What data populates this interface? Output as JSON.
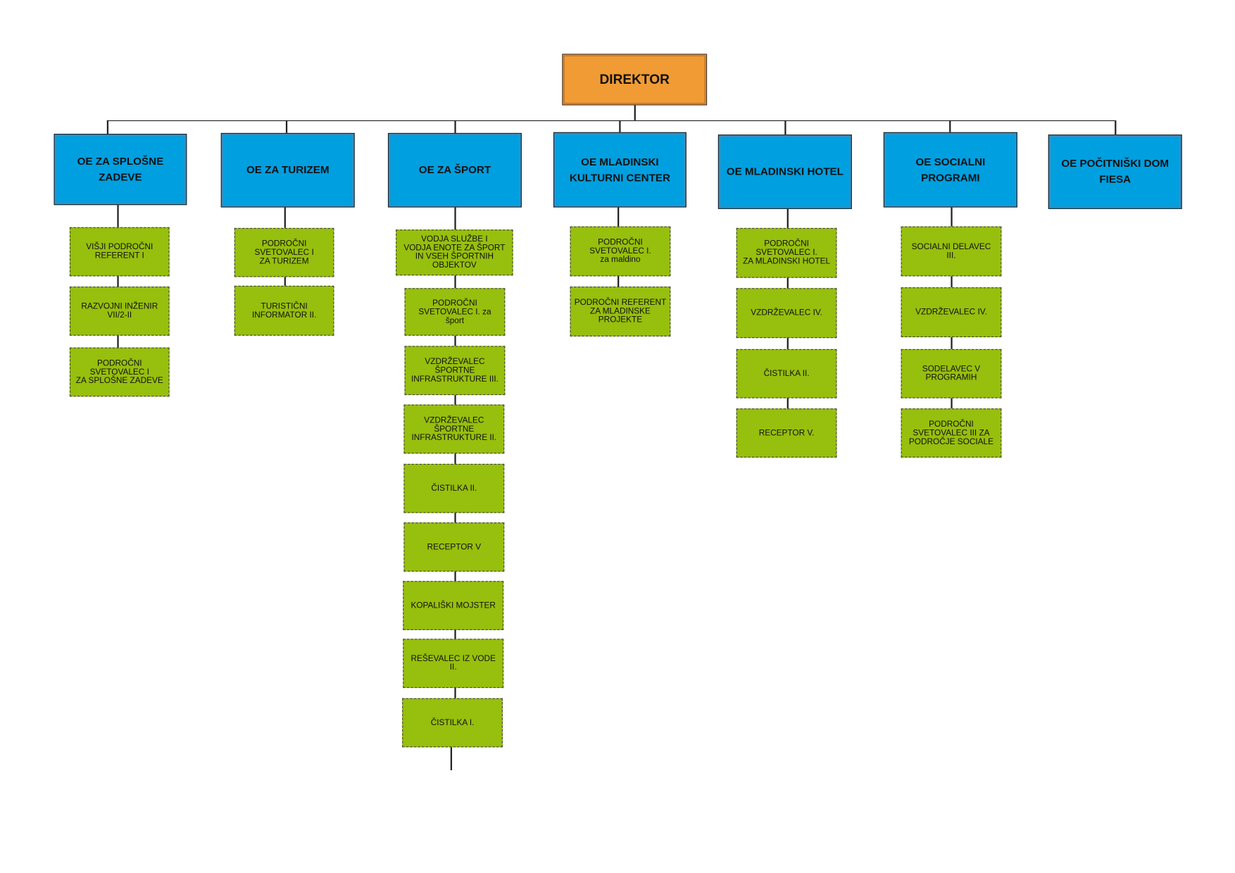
{
  "director": {
    "label": "DIREKTOR"
  },
  "units": [
    {
      "label": "OE ZA SPLOŠNE ZADEVE",
      "positions": [
        "VIŠJI PODROČNI\nREFERENT I",
        "RAZVOJNI INŽENIR\nVII/2-II",
        "PODROČNI\nSVETOVALEC I\nZA SPLOŠNE ZADEVE"
      ]
    },
    {
      "label": "OE ZA TURIZEM",
      "positions": [
        "PODROČNI\nSVETOVALEC I\nZA TURIZEM",
        "TURISTIČNI\nINFORMATOR II."
      ]
    },
    {
      "label": "OE ZA ŠPORT",
      "positions": [
        "VODJA SLUŽBE I\nVODJA ENOTE ZA ŠPORT\nIN VSEH ŠPORTNIH\nOBJEKTOV",
        "PODROČNI\nSVETOVALEC  I. za\nšport",
        "VZDRŽEVALEC\nŠPORTNE\nINFRASTRUKTURE III.",
        "VZDRŽEVALEC\nŠPORTNE\nINFRASTRUKTURE II.",
        "ČISTILKA II.",
        "RECEPTOR V",
        "KOPALIŠKI MOJSTER",
        "REŠEVALEC IZ VODE\nII.",
        "ČISTILKA I."
      ]
    },
    {
      "label": "OE MLADINSKI KULTURNI CENTER",
      "positions": [
        "PODROČNI\nSVETOVALEC I.\nza maldino",
        "PODROČNI REFERENT\nZA MLADINSKE\nPROJEKTE"
      ]
    },
    {
      "label": "OE MLADINSKI HOTEL",
      "positions": [
        "PODROČNI\nSVETOVALEC I.\nZA MLADINSKI HOTEL",
        "VZDRŽEVALEC IV.",
        "ČISTILKA II.",
        "RECEPTOR V."
      ]
    },
    {
      "label": "OE SOCIALNI PROGRAMI",
      "positions": [
        "SOCIALNI DELAVEC\nIII.",
        "VZDRŽEVALEC IV.",
        "SODELAVEC V\nPROGRAMIH",
        "PODROČNI\nSVETOVALEC III ZA\nPODROČJE SOCIALE"
      ]
    },
    {
      "label": "OE POČITNIŠKI DOM FIESA",
      "positions": []
    }
  ],
  "colors": {
    "director": "#f19b35",
    "unit": "#009fe0",
    "position": "#97bf0d"
  }
}
